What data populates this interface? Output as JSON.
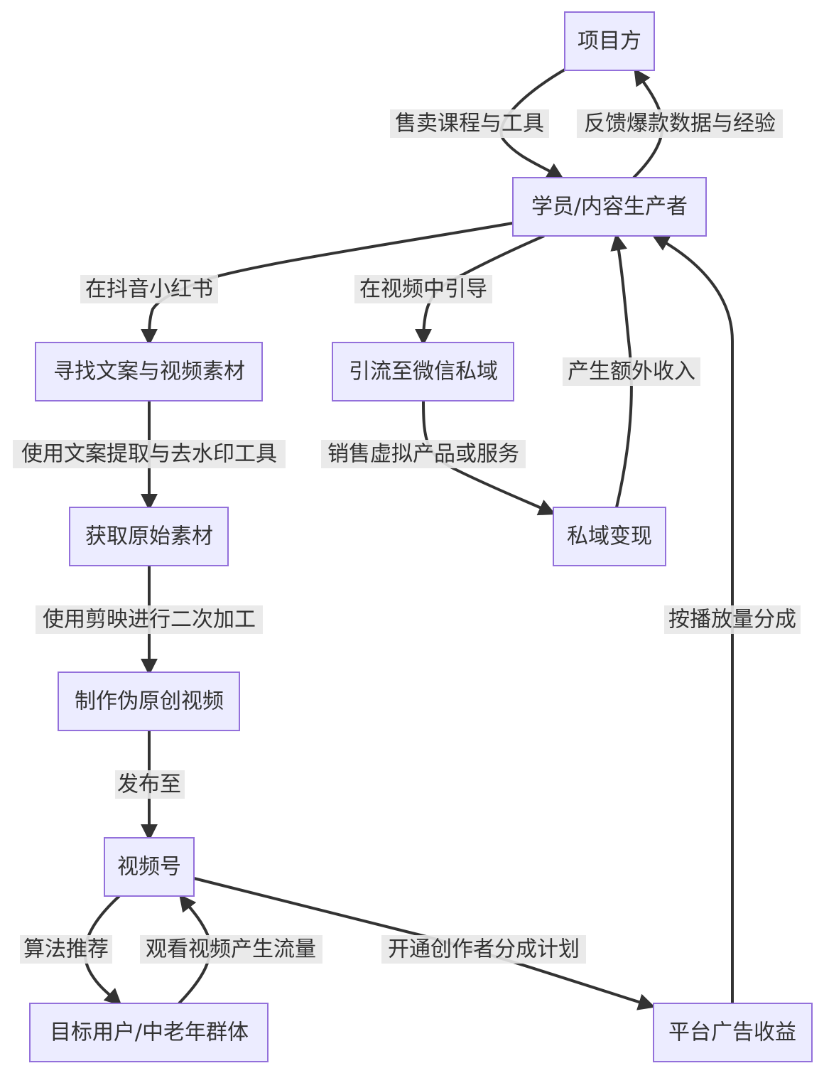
{
  "nodes": {
    "project": "项目方",
    "producer": "学员/内容生产者",
    "find_material": "寻找文案与视频素材",
    "traffic_wechat": "引流至微信私域",
    "raw_material": "获取原始素材",
    "private_monetize": "私域变现",
    "pseudo_original": "制作伪原创视频",
    "channels": "视频号",
    "target_users": "目标用户/中老年群体",
    "ad_revenue": "平台广告收益"
  },
  "edges": {
    "sell_courses": "售卖课程与工具",
    "feedback": "反馈爆款数据与经验",
    "on_douyin": "在抖音小红书",
    "guide_in_video": "在视频中引导",
    "extra_income": "产生额外收入",
    "use_tools": "使用文案提取与去水印工具",
    "sell_virtual": "销售虚拟产品或服务",
    "use_jianying": "使用剪映进行二次加工",
    "by_views": "按播放量分成",
    "publish_to": "发布至",
    "algorithm": "算法推荐",
    "watch_traffic": "观看视频产生流量",
    "creator_plan": "开通创作者分成计划"
  }
}
